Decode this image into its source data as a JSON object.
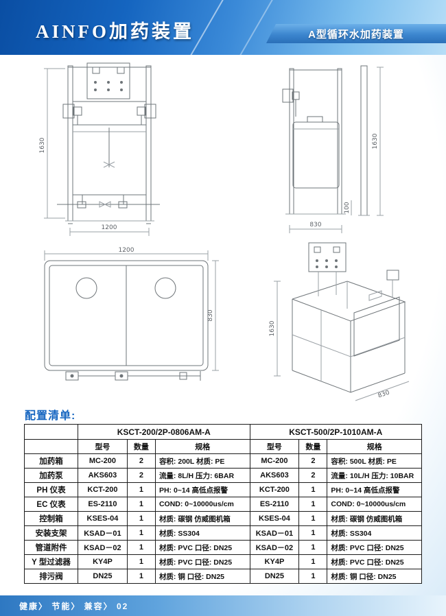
{
  "header": {
    "title": "AINFO加药装置",
    "ribbon": "A型循环水加药装置"
  },
  "drawings": {
    "front": {
      "dim_height": "1630",
      "dim_width": "1200"
    },
    "side": {
      "dim_height": "1630",
      "dim_width": "830",
      "dim_base": "100"
    },
    "top": {
      "dim_width": "1200",
      "dim_depth": "830"
    },
    "iso": {
      "dim_height": "1630",
      "dim_width": "830"
    }
  },
  "config": {
    "heading": "配置清单:",
    "models": [
      "KSCT-200/2P-0806AM-A",
      "KSCT-500/2P-1010AM-A"
    ],
    "columns": [
      "型号",
      "数量",
      "规格"
    ],
    "rows": [
      {
        "item": "加药箱",
        "a": [
          "MC-200",
          "2",
          "容积: 200L 材质: PE"
        ],
        "b": [
          "MC-200",
          "2",
          "容积: 500L 材质: PE"
        ]
      },
      {
        "item": "加药泵",
        "a": [
          "AKS603",
          "2",
          "流量: 8L/H 压力: 6BAR"
        ],
        "b": [
          "AKS603",
          "2",
          "流量: 10L/H 压力: 10BAR"
        ]
      },
      {
        "item": "PH 仪表",
        "a": [
          "KCT-200",
          "1",
          "PH: 0~14 高低点报警"
        ],
        "b": [
          "KCT-200",
          "1",
          "PH: 0~14 高低点报警"
        ]
      },
      {
        "item": "EC 仪表",
        "a": [
          "ES-2110",
          "1",
          "COND: 0~10000us/cm"
        ],
        "b": [
          "ES-2110",
          "1",
          "COND: 0~10000us/cm"
        ]
      },
      {
        "item": "控制箱",
        "a": [
          "KSES-04",
          "1",
          "材质: 碳钢 仿威图机箱"
        ],
        "b": [
          "KSES-04",
          "1",
          "材质: 碳钢 仿威图机箱"
        ]
      },
      {
        "item": "安装支架",
        "a": [
          "KSAD－01",
          "1",
          "材质: SS304"
        ],
        "b": [
          "KSAD－01",
          "1",
          "材质: SS304"
        ]
      },
      {
        "item": "管道附件",
        "a": [
          "KSAD－02",
          "1",
          "材质: PVC 口径: DN25"
        ],
        "b": [
          "KSAD－02",
          "1",
          "材质: PVC 口径: DN25"
        ]
      },
      {
        "item": "Y 型过滤器",
        "a": [
          "KY4P",
          "1",
          "材质: PVC 口径: DN25"
        ],
        "b": [
          "KY4P",
          "1",
          "材质: PVC 口径: DN25"
        ]
      },
      {
        "item": "排污阀",
        "a": [
          "DN25",
          "1",
          "材质: 铜 口径: DN25"
        ],
        "b": [
          "DN25",
          "1",
          "材质: 铜 口径: DN25"
        ]
      }
    ]
  },
  "footer": {
    "text": "健康〉 节能〉 兼容〉 02"
  }
}
